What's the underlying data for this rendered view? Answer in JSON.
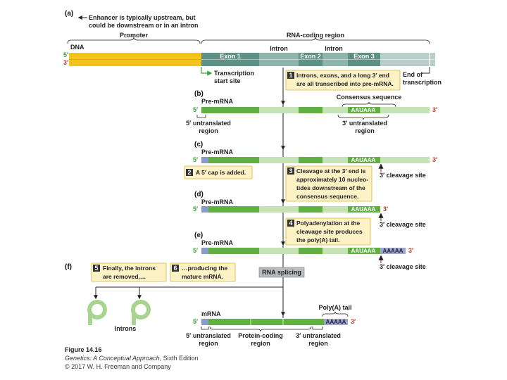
{
  "colors": {
    "promoter": "#f2c318",
    "dna_exon": "#5d9186",
    "dna_intron": "#8fb5ad",
    "dna_light": "#b9cfca",
    "exon": "#62b044",
    "intron": "#c5e2b4",
    "cap": "#8a9cc4",
    "polya": "#9fa6c9",
    "callout": "#fdf2c5",
    "callout_border": "#d9b53a",
    "five_prime": "#3aa33a",
    "three_prime": "#c0392b"
  },
  "panel_a": {
    "letter": "(a)",
    "enhancer_note_line1": "Enhancer is typically upstream, but",
    "enhancer_note_line2": "could be downstream or in an intron",
    "promoter": "Promoter",
    "rna_coding_region": "RNA-coding region",
    "dna": "DNA",
    "intron1": "Intron",
    "intron2": "Intron",
    "exon1": "Exon 1",
    "exon2": "Exon 2",
    "exon3": "Exon 3",
    "five_prime": "5′",
    "three_prime": "3′",
    "transcription_start_line1": "Transcription",
    "transcription_start_line2": "start site",
    "end_transcription_line1": "End of",
    "end_transcription_line2": "transcription"
  },
  "steps": {
    "s1": {
      "num": "1",
      "line1": "Introns, exons, and a long 3′ end",
      "line2": "are all transcribed into pre-mRNA."
    },
    "s2": {
      "num": "2",
      "line1": "A 5′ cap is added."
    },
    "s3": {
      "num": "3",
      "line1": "Cleavage at the 3′ end is",
      "line2": "approximately 10 nucleo-",
      "line3": "tides downstream of the",
      "line4": "consensus sequence."
    },
    "s4": {
      "num": "4",
      "line1": "Polyadenylation at the",
      "line2": "cleavage site produces",
      "line3": "the poly(A) tail."
    },
    "s5": {
      "num": "5",
      "line1": "Finally, the introns",
      "line2": "are removed,…"
    },
    "s6": {
      "num": "6",
      "line1": "…producing the",
      "line2": "mature mRNA."
    }
  },
  "panel_b": {
    "letter": "(b)",
    "pre_mrna": "Pre-mRNA",
    "consensus": "Consensus sequence",
    "aauaaa": "AAUAAA",
    "five_prime": "5′",
    "three_prime": "3′",
    "utr5_line1": "5′ untranslated",
    "utr5_line2": "region",
    "utr3_line1": "3′ untranslated",
    "utr3_line2": "region"
  },
  "panel_c": {
    "letter": "(c)",
    "pre_mrna": "Pre-mRNA",
    "aauaaa": "AAUAAA",
    "five_prime": "5′",
    "three_prime": "3′",
    "cleavage_site": "3′ cleavage site"
  },
  "panel_d": {
    "letter": "(d)",
    "pre_mrna": "Pre-mRNA",
    "aauaaa": "AAUAAA",
    "five_prime": "5′",
    "three_prime": "3′",
    "cleavage_site": "3′ cleavage site"
  },
  "panel_e": {
    "letter": "(e)",
    "pre_mrna": "Pre-mRNA",
    "aauaaa": "AAUAAA",
    "aaaaa": "AAAAA",
    "five_prime": "5′",
    "three_prime": "3′",
    "cleavage_site": "3′ cleavage site"
  },
  "panel_f": {
    "letter": "(f)",
    "rna_splicing": "RNA splicing",
    "mrna": "mRNA",
    "poly_a_tail": "Poly(A) tail",
    "aaaaa": "AAAAA",
    "introns": "Introns",
    "five_prime": "5′",
    "three_prime": "3′",
    "utr5_line1": "5′ untranslated",
    "utr5_line2": "region",
    "protein_line1": "Protein-coding",
    "protein_line2": "region",
    "utr3_line1": "3′ untranslated",
    "utr3_line2": "region"
  },
  "caption": {
    "figure": "Figure 14.16",
    "book_title": "Genetics: A Conceptual Approach",
    "edition": ", Sixth Edition",
    "copyright": "© 2017 W. H. Freeman and Company"
  }
}
